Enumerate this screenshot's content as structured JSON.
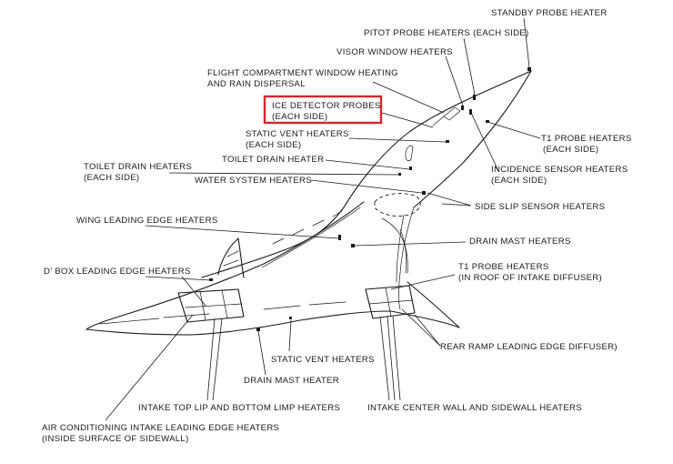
{
  "labels": {
    "standby_probe": "STANDBY PROBE HEATER",
    "pitot_probe": "PITOT PROBE HEATERS (EACH SIDE)",
    "visor_window": "VISOR WINDOW HEATERS",
    "flight_compartment_1": "FLIGHT COMPARTMENT WINDOW HEATING",
    "flight_compartment_2": "AND RAIN DISPERSAL",
    "ice_detector_1": "ICE DETECTOR PROBES",
    "ice_detector_2": "(EACH SIDE)",
    "t1_probe_1": "T1 PROBE HEATERS",
    "t1_probe_2": "(EACH SIDE)",
    "static_vent_upper_1": "STATIC VENT HEATERS",
    "static_vent_upper_2": "(EACH SIDE)",
    "toilet_drain_heater": "TOILET DRAIN HEATER",
    "incidence_sensor_1": "INCIDENCE SENSOR HEATERS",
    "incidence_sensor_2": "(EACH SIDE)",
    "toilet_drain_heaters_1": "TOILET DRAIN HEATERS",
    "toilet_drain_heaters_2": "(EACH SIDE)",
    "water_system": "WATER SYSTEM HEATERS",
    "side_slip": "SIDE SLIP SENSOR HEATERS",
    "wing_leading_edge": "WING LEADING EDGE HEATERS",
    "drain_mast_heaters": "DRAIN MAST HEATERS",
    "d_box": "D' BOX LEADING EDGE HEATERS",
    "t1_intake_1": "T1 PROBE HEATERS",
    "t1_intake_2": "(IN ROOF OF INTAKE DIFFUSER)",
    "rear_ramp": "REAR RAMP LEADING EDGE DIFFUSER)",
    "static_vent_lower": "STATIC VENT HEATERS",
    "drain_mast_heater": "DRAIN MAST HEATER",
    "intake_top_lip": "INTAKE TOP LIP AND BOTTOM LIMP HEATERS",
    "intake_center_wall": "INTAKE CENTER WALL AND SIDEWALL HEATERS",
    "air_conditioning_1": "AIR CONDITIONING INTAKE LEADING EDGE HEATERS",
    "air_conditioning_2": "(INSIDE SURFACE OF SIDEWALL)"
  },
  "highlight": {
    "target": "ice_detector_1",
    "color": "#d6262c"
  }
}
